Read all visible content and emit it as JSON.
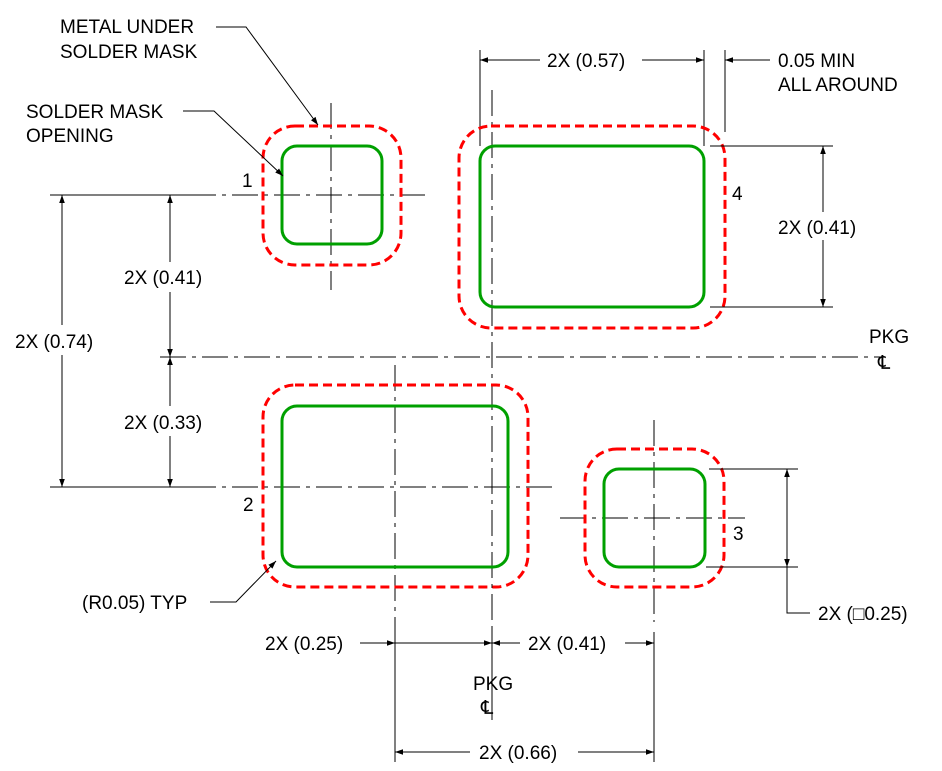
{
  "title": "Land pattern example",
  "colors": {
    "pad": "#00a000",
    "solder_mask": "#ff0000",
    "line": "#000000"
  },
  "callouts": {
    "metal_under_mask_1": "METAL UNDER",
    "metal_under_mask_2": "SOLDER MASK",
    "mask_opening_1": "SOLDER MASK",
    "mask_opening_2": "OPENING",
    "radius": "(R0.05) TYP",
    "min_clearance_1": "0.05 MIN",
    "min_clearance_2": "ALL AROUND"
  },
  "pads": {
    "p1": "1",
    "p2": "2",
    "p3": "3",
    "p4": "4"
  },
  "dimensions": {
    "top_width": "2X (0.57)",
    "right_height": "2X (0.41)",
    "left_total": "2X (0.74)",
    "left_upper": "2X (0.41)",
    "left_lower": "2X (0.33)",
    "bottom_left": "2X (0.25)",
    "bottom_right": "2X (0.41)",
    "bottom_total": "2X (0.66)",
    "small_pad": "2X (□0.25)"
  },
  "centerlines": {
    "pkg_right": "PKG",
    "pkg_bottom": "PKG",
    "symbol": "℄"
  }
}
